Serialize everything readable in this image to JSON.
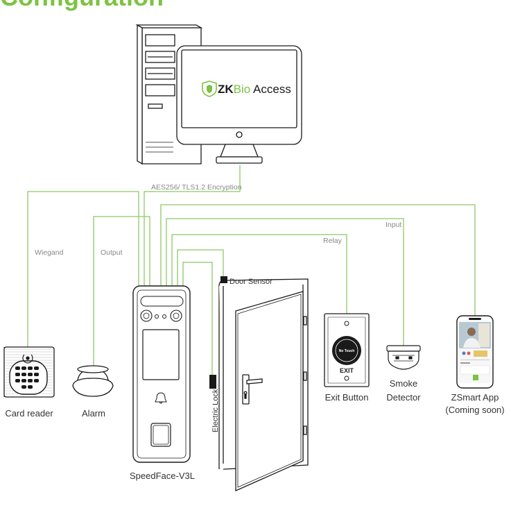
{
  "heading": "Configuration",
  "colors": {
    "accent": "#7dc242",
    "line": "#8cc866",
    "stroke": "#1a1a1a",
    "label": "#555555",
    "faint": "#888888"
  },
  "software": {
    "brand_zk": "ZK",
    "brand_bio": "Bio",
    "brand_access": " Access",
    "icon": "shield-icon"
  },
  "connections": {
    "encryption": "AES256/ TLS1.2 Encryption",
    "wiegand": "Wiegand",
    "output": "Output",
    "input": "Input",
    "relay": "Relay",
    "door_sensor": "Door Sensor",
    "electric_lock": "Electric Lock"
  },
  "devices": {
    "card_reader": "Card reader",
    "alarm": "Alarm",
    "terminal": "SpeedFace-V3L",
    "exit_button": "Exit Button",
    "exit_text": "EXIT",
    "no_touch": "No Touch",
    "smoke_line1": "Smoke",
    "smoke_line2": "Detector",
    "app_line1": "ZSmart App",
    "app_line2": "(Coming soon)"
  }
}
